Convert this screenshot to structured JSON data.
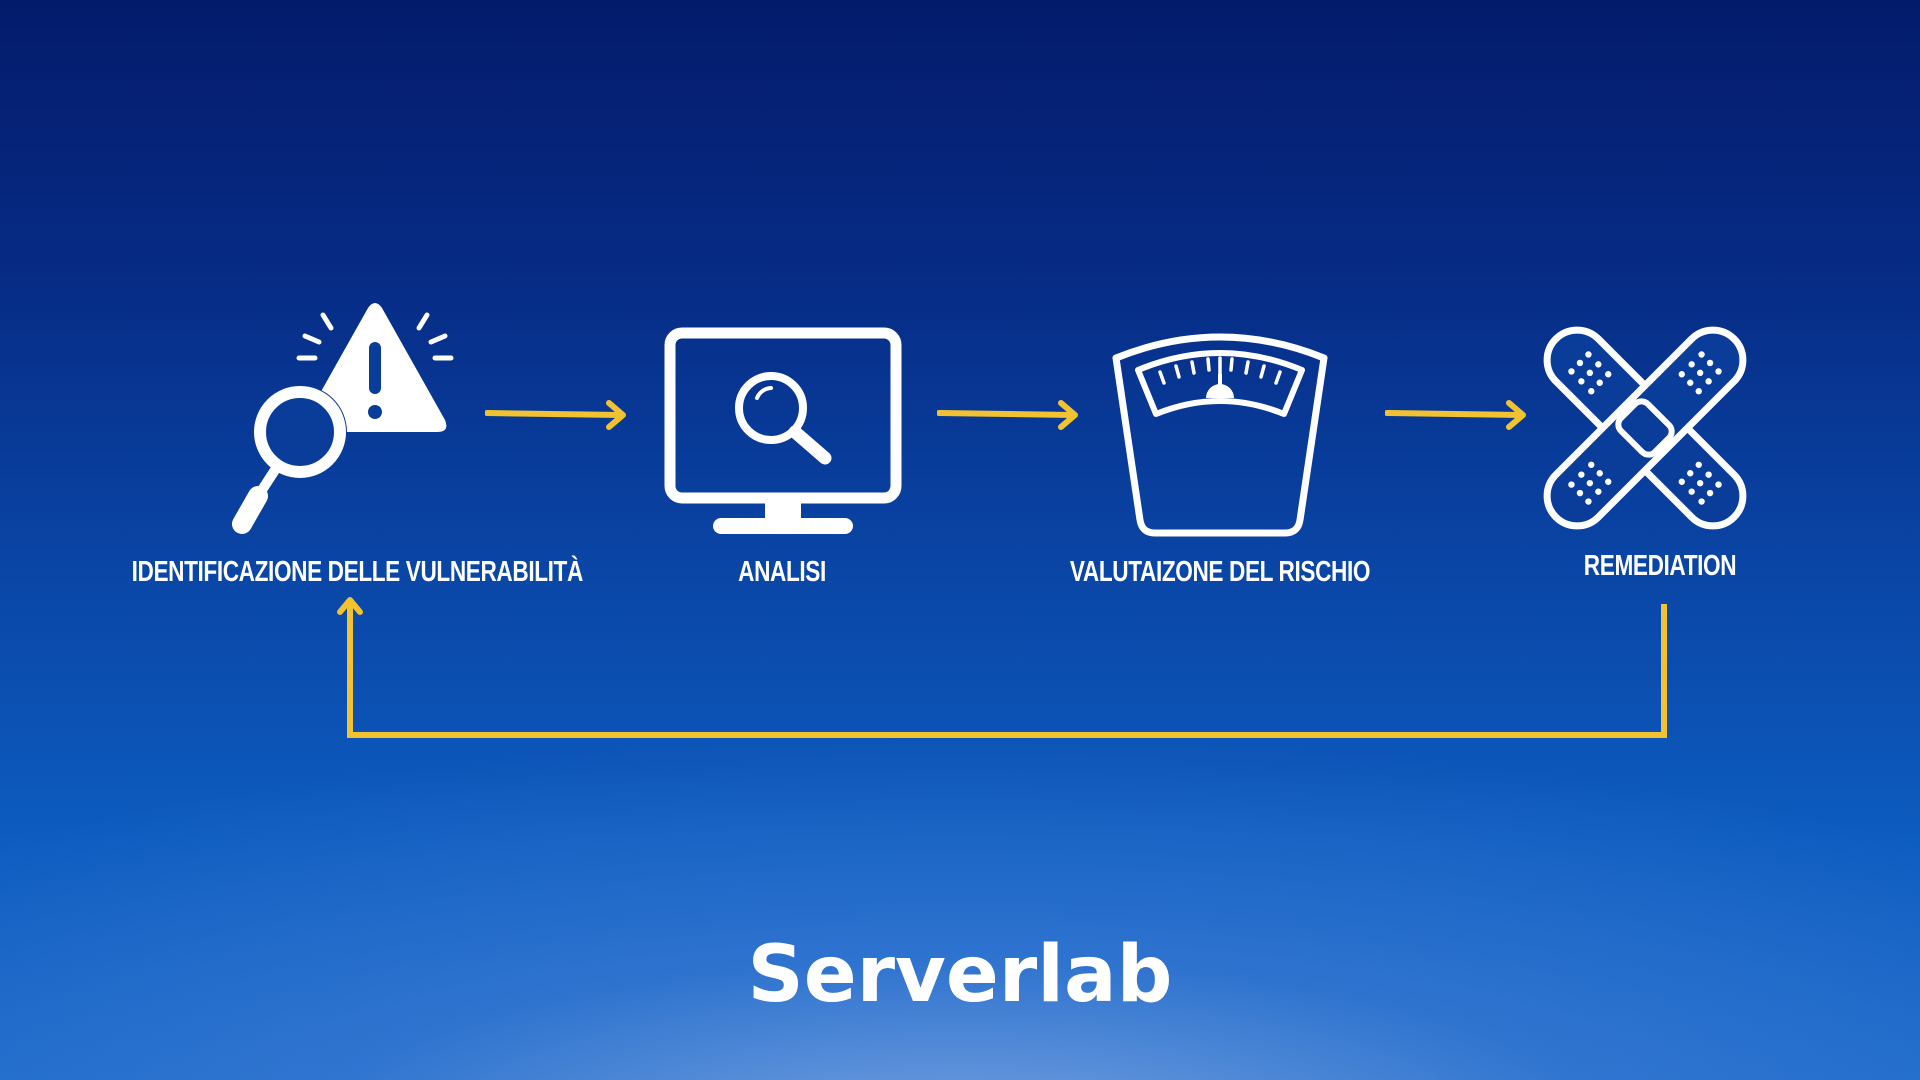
{
  "steps": [
    {
      "label": "IDENTIFICAZIONE DELLE VULNERABILITÀ",
      "icon": "warning-magnifier-icon"
    },
    {
      "label": "ANALISI",
      "icon": "monitor-search-icon"
    },
    {
      "label": "VALUTAIZONE DEL RISCHIO",
      "icon": "weighing-scale-icon"
    },
    {
      "label": "REMEDIATION",
      "icon": "bandage-cross-icon"
    }
  ],
  "brand": "Serverlab",
  "colors": {
    "background_top": "#041b6b",
    "background_bottom": "#1666c8",
    "arrow": "#f2c230",
    "icon": "#ffffff",
    "text": "#ffffff"
  }
}
